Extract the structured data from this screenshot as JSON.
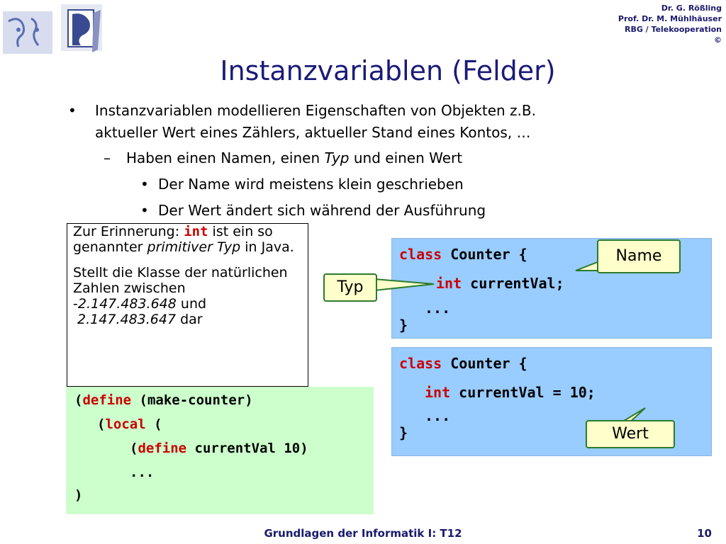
{
  "header": {
    "authors": [
      "Dr. G. Rößling",
      "Prof. Dr. M. Mühlhäuser",
      "RBG / Telekooperation",
      "©"
    ]
  },
  "title": "Instanzvariablen (Felder)",
  "bullets": {
    "b1_line1": "Instanzvariablen modellieren Eigenschaften von Objekten z.B.",
    "b1_line2": "aktueller Wert eines Zählers, aktueller Stand eines Kontos, …",
    "sub1_pre": "Haben einen Namen, einen ",
    "sub1_em": "Typ",
    "sub1_post": " und einen Wert",
    "subsub1": "Der Name wird meistens klein geschrieben",
    "subsub2": "Der Wert ändert sich während der Ausführung"
  },
  "reminder": {
    "p1_a": "Zur Erinnerung: ",
    "p1_code": "int",
    "p1_b": " ist ein so genannter ",
    "p1_em": "primitiver Typ",
    "p1_c": " in Java.",
    "p2_a": "Stellt die Klasse der natürlichen Zahlen zwischen ",
    "p2_neg": "-",
    "p2_min": "2.147.483.648",
    "p2_b": "  und",
    "p2_max": "2.147.483.647",
    "p2_c": " dar"
  },
  "code1": {
    "l1_kw": "class",
    "l1_rest": " Counter {",
    "l2_kw": "int",
    "l2_rest": " currentVal;",
    "l3": "...",
    "l4": "}"
  },
  "code2": {
    "l1_kw": "class",
    "l1_rest": " Counter {",
    "l2_kw": "int",
    "l2_rest": " currentVal = 10;",
    "l3": "...",
    "l4": "}"
  },
  "code3": {
    "l1_open": "(",
    "l1_kw": "define",
    "l1_rest": " (make-counter)",
    "l2_open": "(",
    "l2_kw": "local",
    "l2_rest": " (",
    "l3_open": "(",
    "l3_kw": "define",
    "l3_rest": " currentVal 10)",
    "l4": "...",
    "l5": ")"
  },
  "callouts": {
    "name": "Name",
    "typ": "Typ",
    "wert": "Wert"
  },
  "footer": {
    "title": "Grundlagen der Informatik I: T12",
    "page": "10"
  },
  "colors": {
    "title": "#1a1a7a",
    "keyword": "#cc0000",
    "code_bg_blue": "#99ccff",
    "code_bg_green": "#ccffcc",
    "callout_bg": "#ffffcc"
  }
}
